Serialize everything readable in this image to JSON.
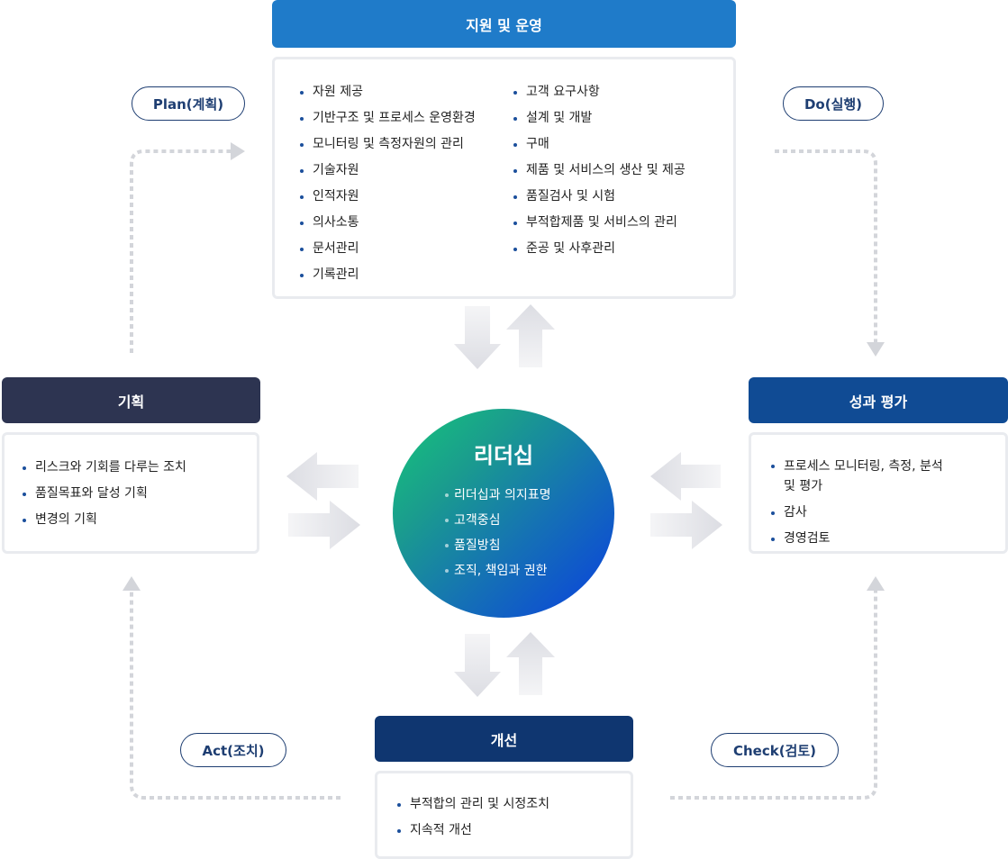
{
  "support": {
    "title": "지원 및 운영",
    "col1": [
      "자원 제공",
      "기반구조 및 프로세스 운영환경",
      "모니터링 및 측정자원의 관리",
      "기술자원",
      "인적자원",
      "의사소통",
      "문서관리",
      "기록관리"
    ],
    "col2": [
      "고객 요구사항",
      "설계 및 개발",
      "구매",
      "제품 및 서비스의 생산 및 제공",
      "품질검사 및 시험",
      "부적합제품 및 서비스의 관리",
      "준공 및 사후관리"
    ]
  },
  "planning": {
    "title": "기획",
    "items": [
      "리스크와 기회를 다루는 조치",
      "품질목표와 달성 기획",
      "변경의 기획"
    ]
  },
  "performance": {
    "title": "성과 평가",
    "items": [
      "프로세스 모니터링, 측정, 분석 및 평가",
      "감사",
      "경영검토"
    ]
  },
  "improvement": {
    "title": "개선",
    "items": [
      "부적합의 관리 및 시정조치",
      "지속적 개선"
    ]
  },
  "leadership": {
    "title": "리더십",
    "items": [
      "리더십과 의지표명",
      "고객중심",
      "품질방침",
      "조직, 책임과 권한"
    ]
  },
  "cycle": {
    "plan": "Plan(계획)",
    "do": "Do(실행)",
    "check": "Check(검토)",
    "act": "Act(조치)"
  },
  "colors": {
    "support_header": "#1f7bc9",
    "planning_header": "#2d3451",
    "performance_header": "#104b94",
    "improvement_header": "#0f3670",
    "pill_border": "#1e3e72",
    "arrow_gray": "#dcdde3",
    "dotted_line": "#d3d5da"
  }
}
